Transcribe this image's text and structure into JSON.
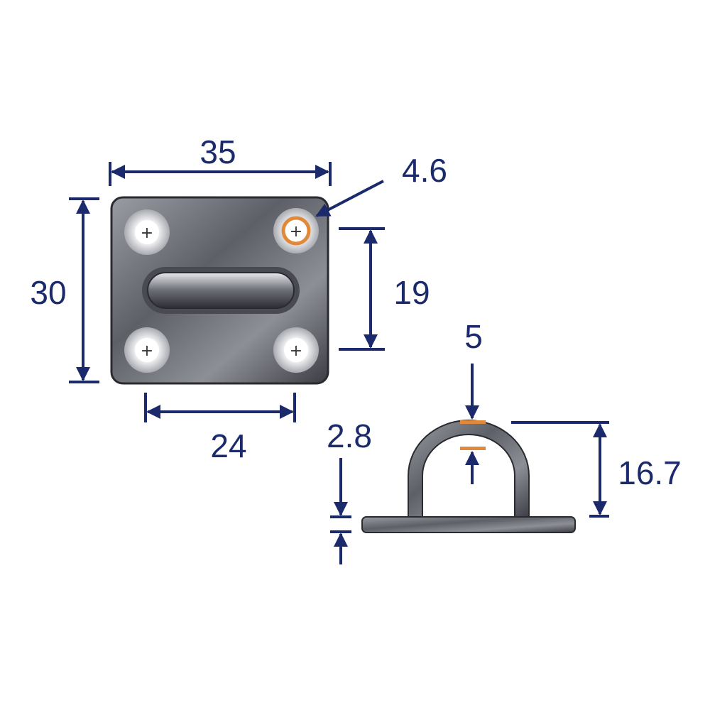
{
  "title": "Pad eye dimensions",
  "colors": {
    "dimension": "#1b2a6b",
    "highlight": "#e0893a",
    "metal": "#7d7f86"
  },
  "icons": {
    "hole_marker": "plus-icon"
  },
  "dimensions": {
    "plate_width": "35",
    "plate_height": "30",
    "hole_spacing_vertical": "19",
    "hole_spacing_horizontal": "24",
    "hole_diameter": "4.6",
    "eye_thickness": "5",
    "eye_height": "16.7",
    "plate_thickness": "2.8"
  }
}
